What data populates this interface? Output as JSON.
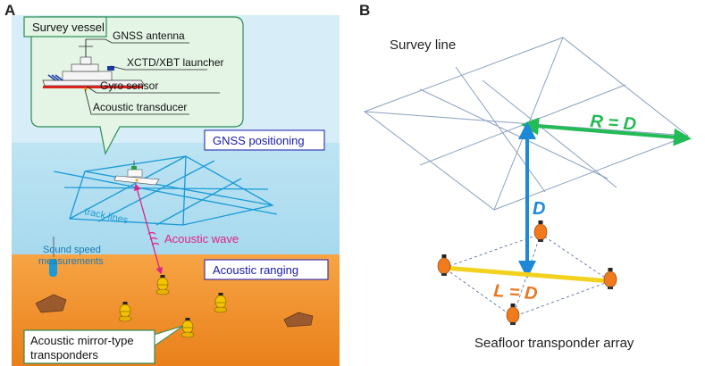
{
  "panel_a": {
    "label": "A",
    "callout_title": "Survey vessel",
    "parts": {
      "gnss_antenna": "GNSS antenna",
      "xctd_launcher": "XCTD/XBT launcher",
      "gyro_sensor": "Gyro sensor",
      "acoustic_transducer": "Acoustic transducer"
    },
    "gnss_positioning": "GNSS positioning",
    "track_lines": "track lines",
    "acoustic_wave": "Acoustic wave",
    "sound_speed_line1": "Sound speed",
    "sound_speed_line2": "measurements",
    "acoustic_ranging": "Acoustic ranging",
    "transponders_line1": "Acoustic mirror-type",
    "transponders_line2": "transponders",
    "colors": {
      "sky": "#d7edf8",
      "water": "#b4dff0",
      "seafloor": "#f08c1e",
      "track": "#1a9ad6",
      "acoustic_wave": "#e0218a",
      "label_border": "#1a1aaa"
    }
  },
  "panel_b": {
    "label": "B",
    "survey_line": "Survey line",
    "r_label": "R = D",
    "d_label": "D",
    "l_label": "L = D",
    "array_label": "Seafloor transponder array",
    "colors": {
      "r_arrow": "#22bb55",
      "d_arrow": "#1e88d8",
      "l_line": "#f2d21e",
      "l_text": "#e87722",
      "grid": "#8aa0c0"
    }
  }
}
